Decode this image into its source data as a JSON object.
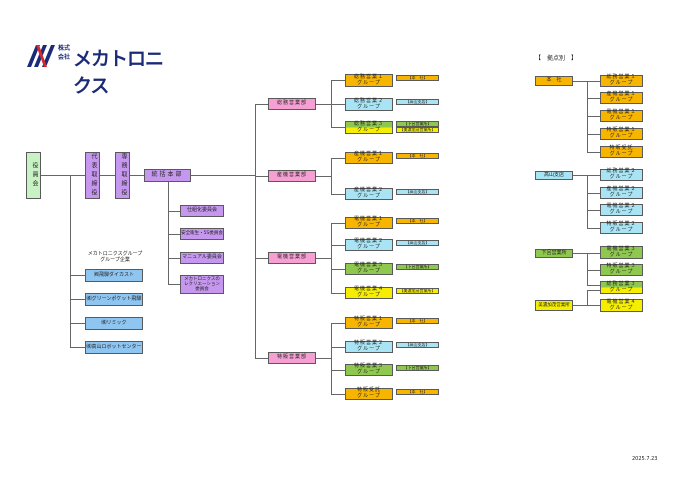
{
  "logo": {
    "kabushiki": "株式",
    "kaisha": "会社",
    "name": "メカトロニクス"
  },
  "board": "役員会",
  "executives": [
    "代表取締役",
    "専務取締役"
  ],
  "hq": "統括本部",
  "committees": [
    "仕組化委員会",
    "安全衛生・5S委員会",
    "マニュアル委員会",
    "メカトロニクスの",
    "レクリエーション",
    "委員会"
  ],
  "group_companies": {
    "title": "メカトロニクスグループ",
    "subtitle": "グループ企業",
    "items": [
      "㈱飛騨ダイカスト",
      "㈱グリーンポケット飛騨",
      "㈱リミック",
      "㈱高山ロボットセンター"
    ]
  },
  "group_suffix": "グループ",
  "departments": [
    {
      "name": "総務営業部",
      "groups": [
        {
          "name": "総務営業１",
          "locations": [
            "【本　社】"
          ]
        },
        {
          "name": "総務営業２",
          "locations": [
            "【高山支店】"
          ]
        },
        {
          "name": "総務営業３",
          "locations": [
            "【下呂営業所】",
            "【美濃加茂営業所】"
          ]
        }
      ]
    },
    {
      "name": "産機営業部",
      "groups": [
        {
          "name": "産機営業１",
          "locations": [
            "【本　社】"
          ]
        },
        {
          "name": "産機営業２",
          "locations": [
            "【高山支店】"
          ]
        }
      ]
    },
    {
      "name": "電機営業部",
      "groups": [
        {
          "name": "電機営業１",
          "locations": [
            "【本　社】"
          ]
        },
        {
          "name": "電機営業２",
          "locations": [
            "【高山支店】"
          ]
        },
        {
          "name": "電機営業３",
          "locations": [
            "【下呂営業所】"
          ]
        },
        {
          "name": "電機営業４",
          "locations": [
            "【美濃加茂営業所】"
          ]
        }
      ]
    },
    {
      "name": "特販営業部",
      "groups": [
        {
          "name": "特販営業１",
          "locations": [
            "【本　社】"
          ]
        },
        {
          "name": "特販営業２",
          "locations": [
            "【高山支店】"
          ]
        },
        {
          "name": "特販営業３",
          "locations": [
            "【下呂営業所】"
          ]
        },
        {
          "name": "特販受託",
          "locations": [
            "【本　社】"
          ]
        }
      ]
    }
  ],
  "by_location": {
    "title": "【　拠点別　】",
    "locations": [
      {
        "name": "本　社",
        "groups": [
          "総務営業１",
          "産機営業１",
          "電機営業１",
          "特販営業１",
          "特販受託"
        ]
      },
      {
        "name": "高山支店",
        "groups": [
          "総務営業２",
          "産機営業２",
          "電機営業２",
          "特販営業２"
        ]
      },
      {
        "name": "下呂営業所",
        "groups": [
          "電機営業３",
          "特販営業３",
          "総務営業３"
        ]
      },
      {
        "name": "美濃加茂営業所",
        "groups": [
          "電機営業４"
        ]
      }
    ]
  },
  "date": "2025.7.23",
  "colors": {
    "head_office": "#f7b500",
    "takayama": "#a9e4f5",
    "gero": "#8fc84e",
    "minokamo": "#f5ee00",
    "department": "#f59fd3",
    "executive": "#c697ef",
    "board": "#c9f2c4",
    "group_company": "#8ec6f1",
    "logo": "#1c2b78"
  }
}
